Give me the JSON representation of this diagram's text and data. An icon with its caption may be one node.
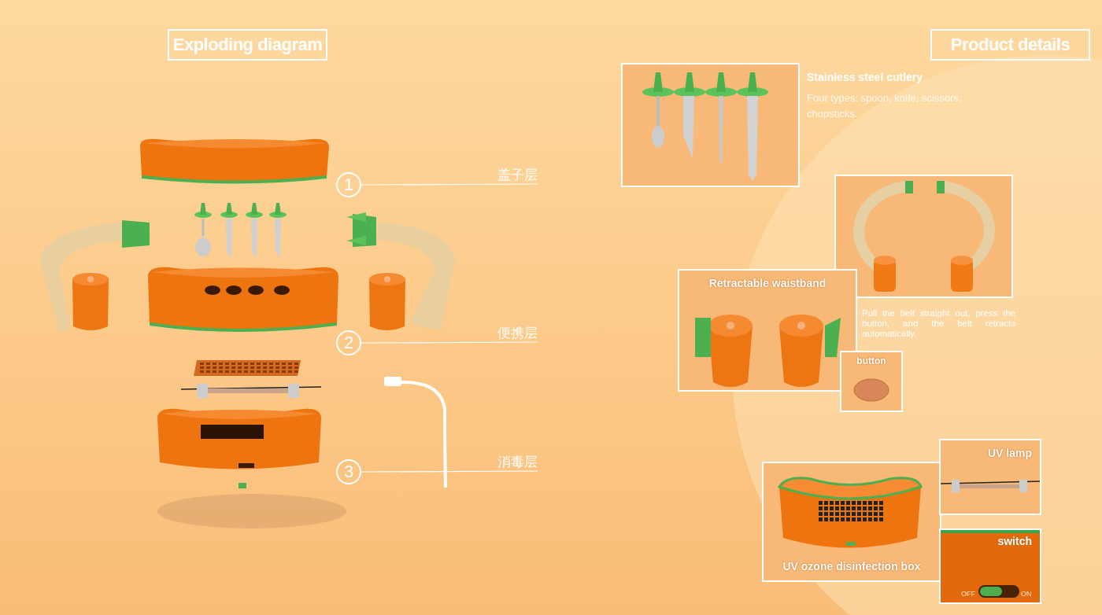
{
  "diagram": {
    "nodes": [
      {
        "text": [
          "Exploding diagram"
        ]
      },
      {
        "text": [
          "Product details"
        ]
      },
      {
        "text": [
          "1"
        ]
      },
      {
        "text": [
          "盖子层"
        ]
      },
      {
        "text": [
          "2"
        ]
      },
      {
        "text": [
          "便携层"
        ]
      },
      {
        "text": [
          "3"
        ]
      },
      {
        "text": [
          "消毒层"
        ]
      },
      {
        "text": [],
        "shape": "picture",
        "beside": [
          "Stainless steel cutlery",
          "Four types: spoon, knife, scissors, chopsticks."
        ]
      },
      {
        "text": [],
        "shape": "picture"
      },
      {
        "text": [
          "Retractable waistband"
        ]
      },
      {
        "text": [
          "button"
        ]
      },
      {
        "text": [
          "UV ozone disinfection box"
        ]
      },
      {
        "text": [
          "UV lamp"
        ]
      },
      {
        "text": [
          "switch"
        ]
      }
    ],
    "edges": [
      {
        "from": 2,
        "to": 3,
        "arrow": "none"
      },
      {
        "from": 4,
        "to": 5,
        "arrow": "none"
      },
      {
        "from": 6,
        "to": 7,
        "arrow": "none"
      }
    ],
    "labels": [
      "Pull the belt straight out, press the button, and the belt retracts automatically.",
      "OFF",
      "ON"
    ]
  }
}
